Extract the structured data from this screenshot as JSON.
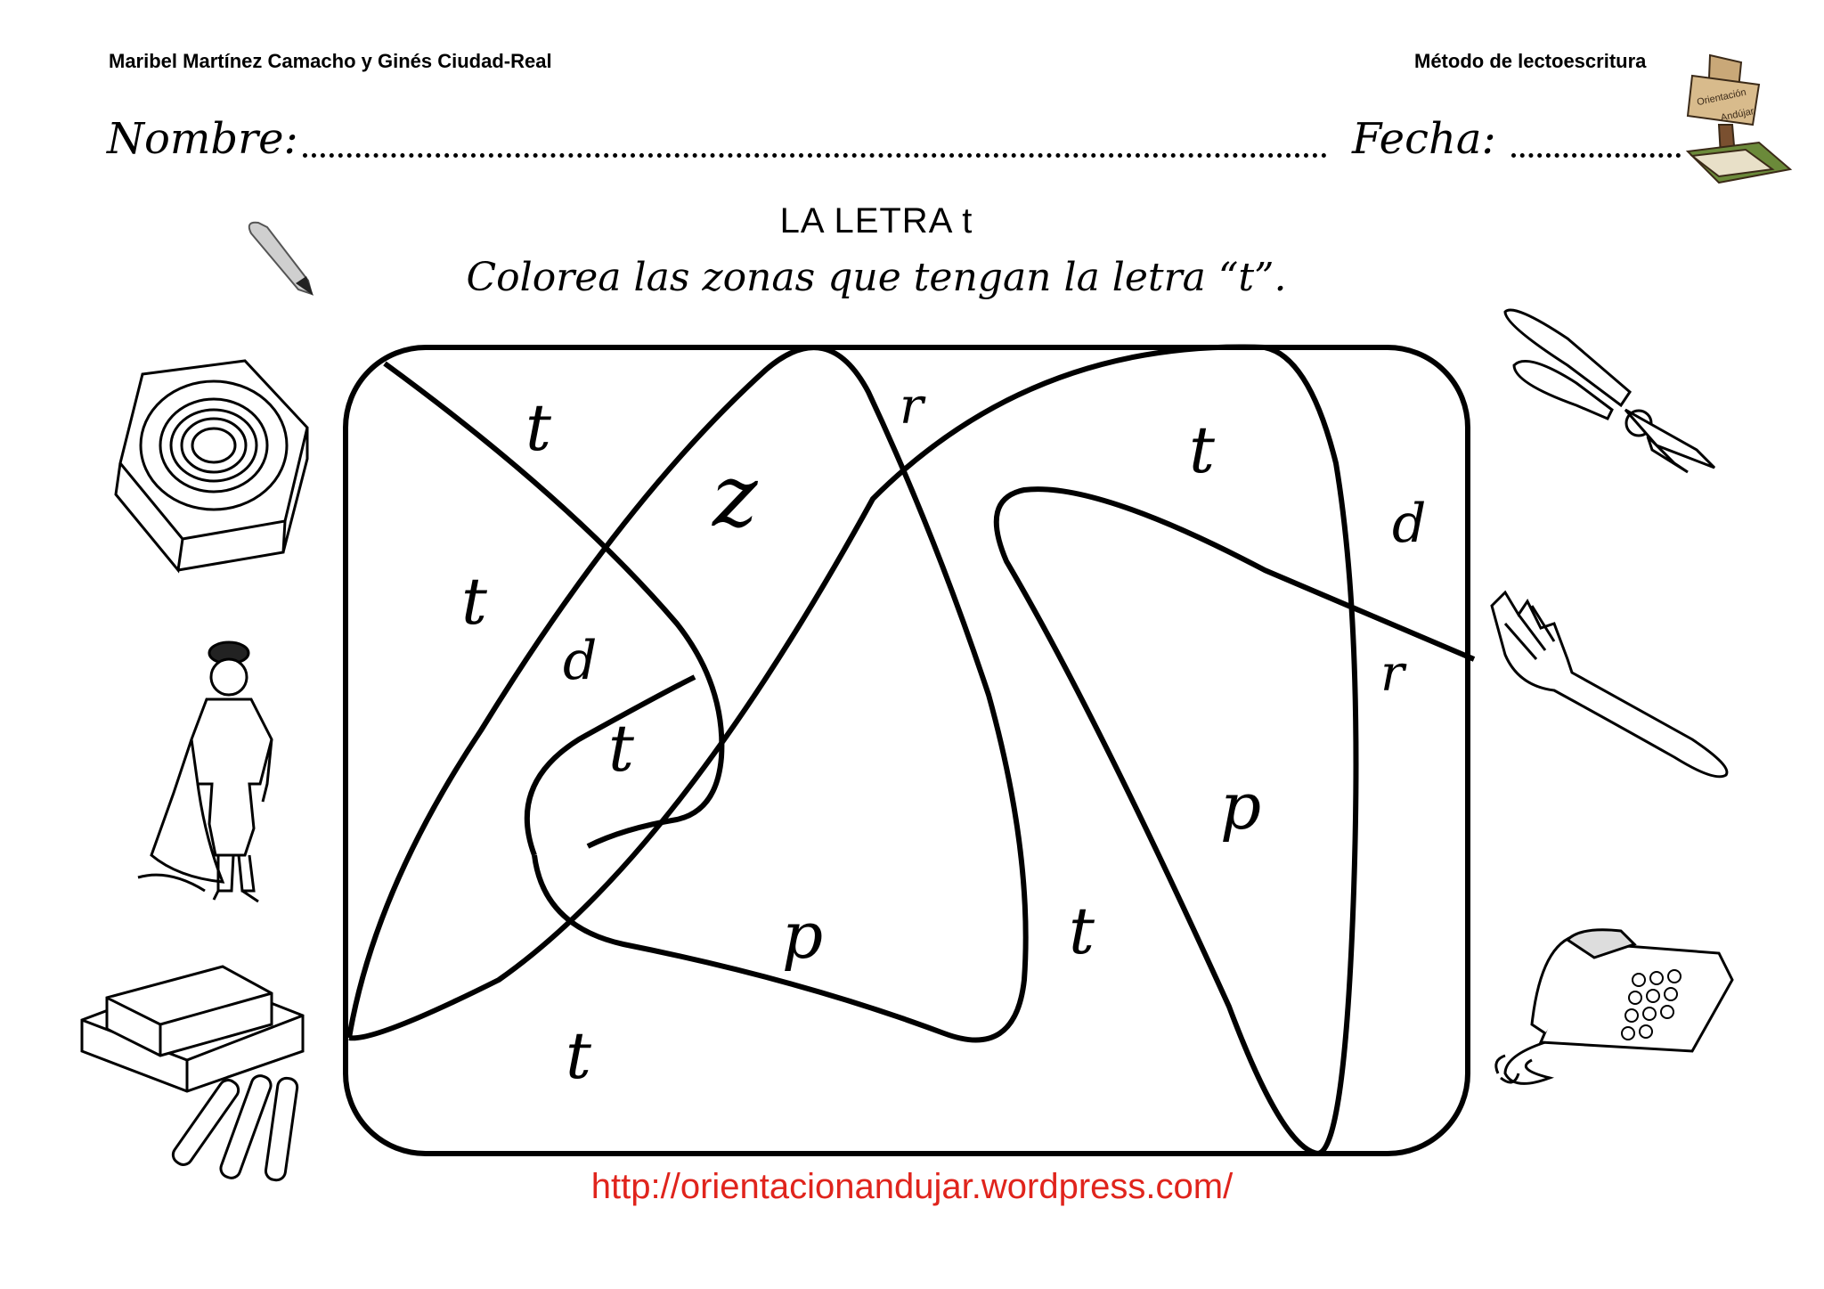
{
  "header": {
    "authors": "Maribel  Martínez Camacho y Ginés Ciudad-Real",
    "method": "Método de lectoescritura",
    "logo_text": [
      "Orientación",
      "Andújar"
    ]
  },
  "form": {
    "name_label": "Nombre:",
    "date_label": "Fecha:"
  },
  "title": "LA LETRA t",
  "instruction": "Colorea las zonas que tengan la letra “t”.",
  "letters": [
    "t",
    "r",
    "z",
    "t",
    "d",
    "t",
    "d",
    "t",
    "r",
    "p",
    "p",
    "t",
    "t"
  ],
  "pictures": {
    "left": [
      "nut-icon",
      "bullfighter-icon",
      "books-and-chalk-icon"
    ],
    "right": [
      "pliers-icon",
      "fork-icon",
      "telephone-icon"
    ],
    "top": [
      "pen-nib-icon"
    ]
  },
  "footer": {
    "url": "http://orientacionandujar.wordpress.com/"
  },
  "colors": {
    "ink": "#000000",
    "url": "#e0241c",
    "logo": "#8b5a2b"
  }
}
